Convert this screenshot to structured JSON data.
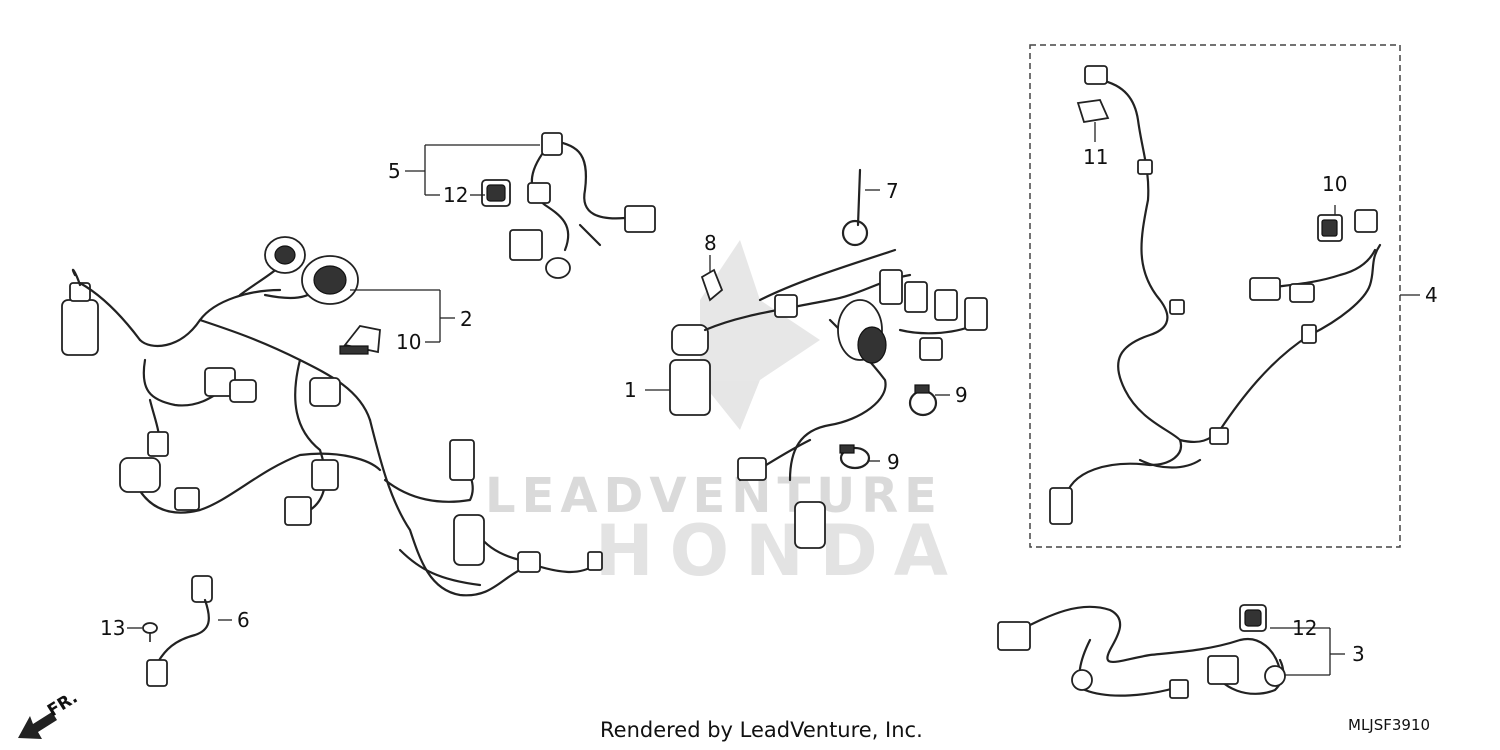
{
  "callouts": {
    "c1": "1",
    "c2": "2",
    "c3": "3",
    "c4": "4",
    "c5": "5",
    "c6": "6",
    "c7": "7",
    "c8": "8",
    "c9a": "9",
    "c9b": "9",
    "c10a": "10",
    "c10b": "10",
    "c11": "11",
    "c12a": "12",
    "c12b": "12",
    "c13": "13"
  },
  "direction_label": "FR.",
  "watermark": {
    "line1": "LEADVENTURE",
    "line2": "HONDA"
  },
  "footer": "Rendered by LeadVenture, Inc.",
  "diagram_code": "MLJSF3910",
  "colors": {
    "line": "#222222",
    "watermark": "#d9d9d9",
    "background": "#ffffff"
  }
}
